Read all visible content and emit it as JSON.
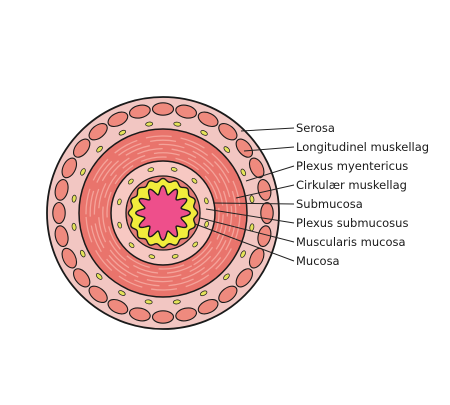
{
  "labels": [
    {
      "id": "serosa",
      "text": "Serosa"
    },
    {
      "id": "longitudinal",
      "text": "Longitudinel muskellag"
    },
    {
      "id": "plexus-myentericus",
      "text": "Plexus myentericus"
    },
    {
      "id": "circular",
      "text": "Cirkulær muskellag"
    },
    {
      "id": "submucosa",
      "text": "Submucosa"
    },
    {
      "id": "plexus-submucosus",
      "text": "Plexus submucosus"
    },
    {
      "id": "muscularis-mucosa",
      "text": "Muscularis mucosa"
    },
    {
      "id": "mucosa",
      "text": "Mucosa"
    }
  ],
  "colors": {
    "outline": "#1a1a1a",
    "serosa": "#f2c6c2",
    "longitudinal_cells": "#ef8a7e",
    "circular_muscle": "#e9746c",
    "circular_muscle_light": "#f4a39a",
    "submucosa": "#f7c8c2",
    "nerve_plexus": "#e4e35a",
    "mucosa_yellow": "#f1ec3c",
    "lumen_pink": "#ee4f8b"
  }
}
